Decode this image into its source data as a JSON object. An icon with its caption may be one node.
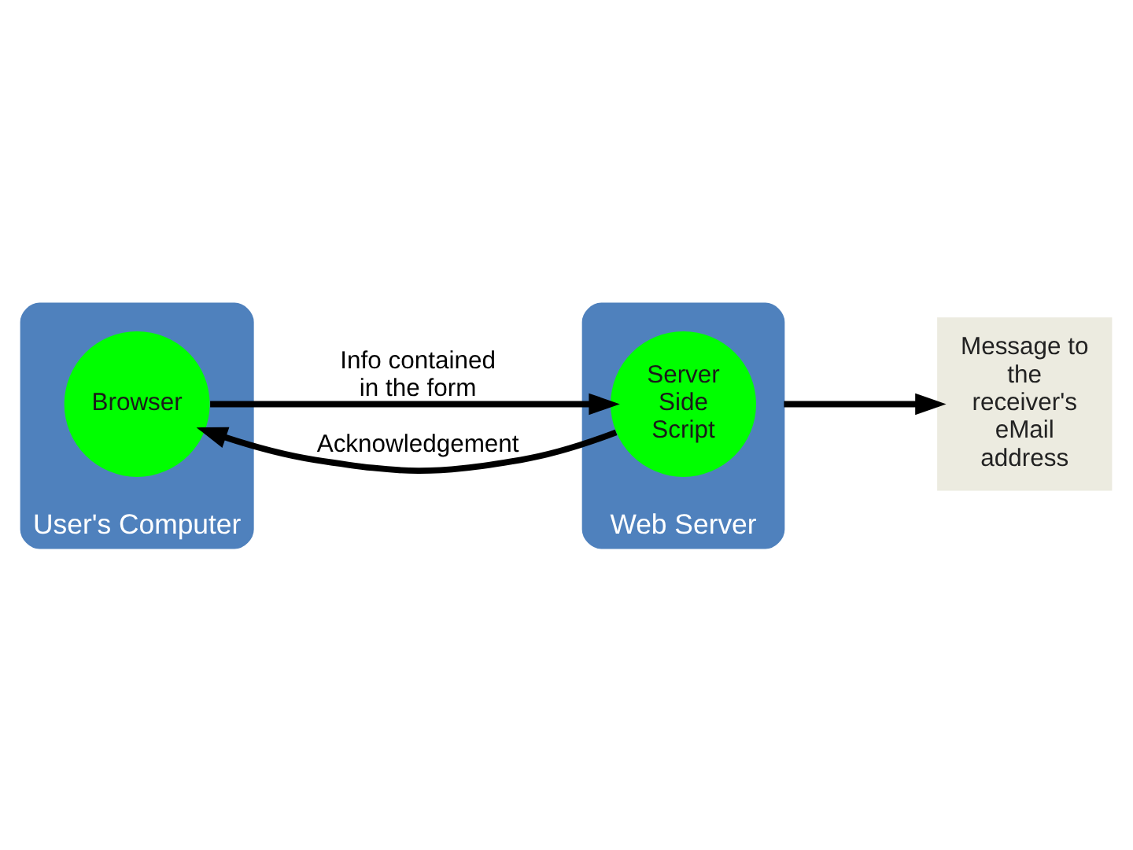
{
  "diagram": {
    "nodes": [
      {
        "text": [
          "User's Computer"
        ]
      },
      {
        "text": [
          "Browser"
        ],
        "in": 0
      },
      {
        "text": [
          "Web Server"
        ]
      },
      {
        "text": [
          "Server Side Script"
        ],
        "in": 2
      },
      {
        "text": [
          "Message to the receiver's eMail address"
        ]
      }
    ],
    "edges": [
      {
        "from": 1,
        "to": 3,
        "arrow": "to",
        "label": "Info contained in the form"
      },
      {
        "from": 3,
        "to": 1,
        "arrow": "to",
        "label": "Acknowledgement"
      },
      {
        "from": 2,
        "to": 4,
        "arrow": "to"
      }
    ]
  }
}
